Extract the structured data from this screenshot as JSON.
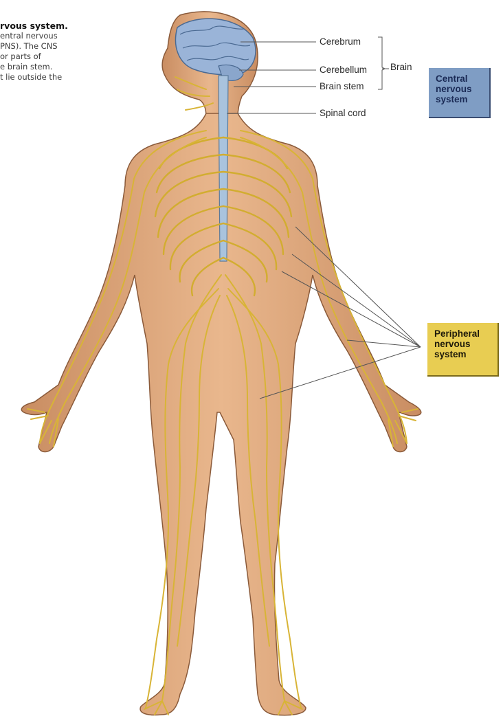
{
  "caption": {
    "lines": [
      "rvous system.",
      "entral nervous",
      "PNS). The CNS",
      "or parts of",
      "e brain stem.",
      "t lie outside the"
    ]
  },
  "labels": {
    "cerebrum": "Cerebrum",
    "cerebellum": "Cerebellum",
    "brain_stem": "Brain stem",
    "brain": "Brain",
    "spinal_cord": "Spinal cord"
  },
  "boxes": {
    "cns": {
      "lines": [
        "Central",
        "nervous",
        "system"
      ],
      "color": "#7f9dc4"
    },
    "pns": {
      "lines": [
        "Peripheral",
        "nervous",
        "system"
      ],
      "color": "#e8cd52"
    }
  },
  "colors": {
    "skin": "#e2ae83",
    "nerve": "#d8b436",
    "brain": "#9ab4d8",
    "spinal_cord": "#a9c3dd"
  }
}
